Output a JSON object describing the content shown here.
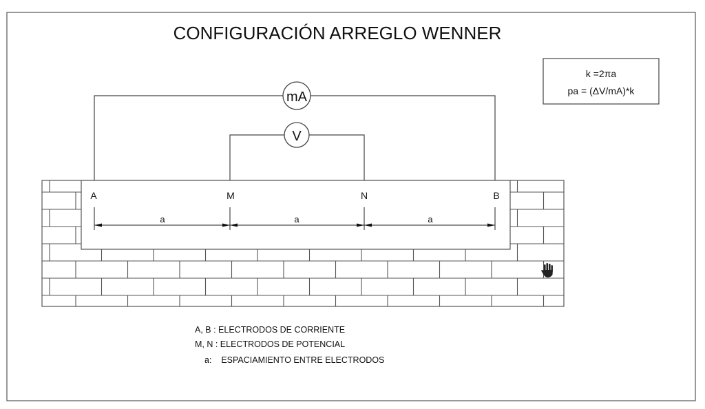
{
  "title": "CONFIGURACIÓN ARREGLO WENNER",
  "formula": {
    "line1": "k =2πa",
    "line2": "pa = (ΔV/mA)*k"
  },
  "instruments": {
    "ammeter": "mA",
    "voltmeter": "V"
  },
  "electrodes": [
    "A",
    "M",
    "N",
    "B"
  ],
  "spacing_label": "a",
  "legend": [
    "A, B : ELECTRODOS DE CORRIENTE",
    "M, N : ELECTRODOS DE POTENCIAL",
    "a:    ESPACIAMIENTO ENTRE ELECTRODOS"
  ]
}
